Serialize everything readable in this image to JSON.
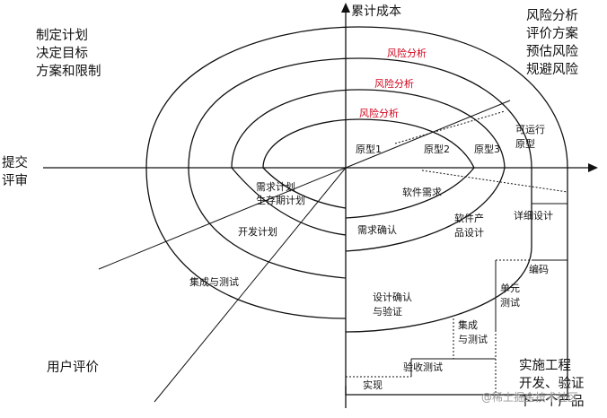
{
  "axes": {
    "vertical_title": "累计成本"
  },
  "quadrants": {
    "top_left": [
      "制定计划",
      "决定目标",
      "方案和限制"
    ],
    "top_right": [
      "风险分析",
      "评价方案",
      "预估风险",
      "规避风险"
    ],
    "bottom_right": [
      "实施工程",
      "开发、验证",
      "下一个产品"
    ],
    "bottom_left": "用户评价",
    "left": [
      "提交",
      "评审"
    ]
  },
  "risk_analysis": [
    "风险分析",
    "风险分析",
    "风险分析"
  ],
  "prototypes": [
    "原型1",
    "原型2",
    "原型3"
  ],
  "operational_prototype": [
    "可运行",
    "原型"
  ],
  "plans": {
    "requirements_plan": [
      "需求计划",
      "生存期计划"
    ],
    "development_plan": "开发计划",
    "integration_test": "集成与测试"
  },
  "phases": {
    "software_requirements": "软件需求",
    "requirements_validation": "需求确认",
    "product_design": [
      "软件产",
      "品设计"
    ],
    "detailed_design": "详细设计",
    "design_validation": [
      "设计确认",
      "与验证"
    ],
    "coding": "编码",
    "unit_test": [
      "单元",
      "测试"
    ],
    "integration_testing": [
      "集成",
      "与测试"
    ],
    "acceptance_test": "验收测试",
    "implementation": "实现"
  },
  "watermark": "@稀土掘金技术社区",
  "colors": {
    "line": "#111111",
    "risk_text": "#d0021b",
    "watermark": "#9a9a9a"
  }
}
